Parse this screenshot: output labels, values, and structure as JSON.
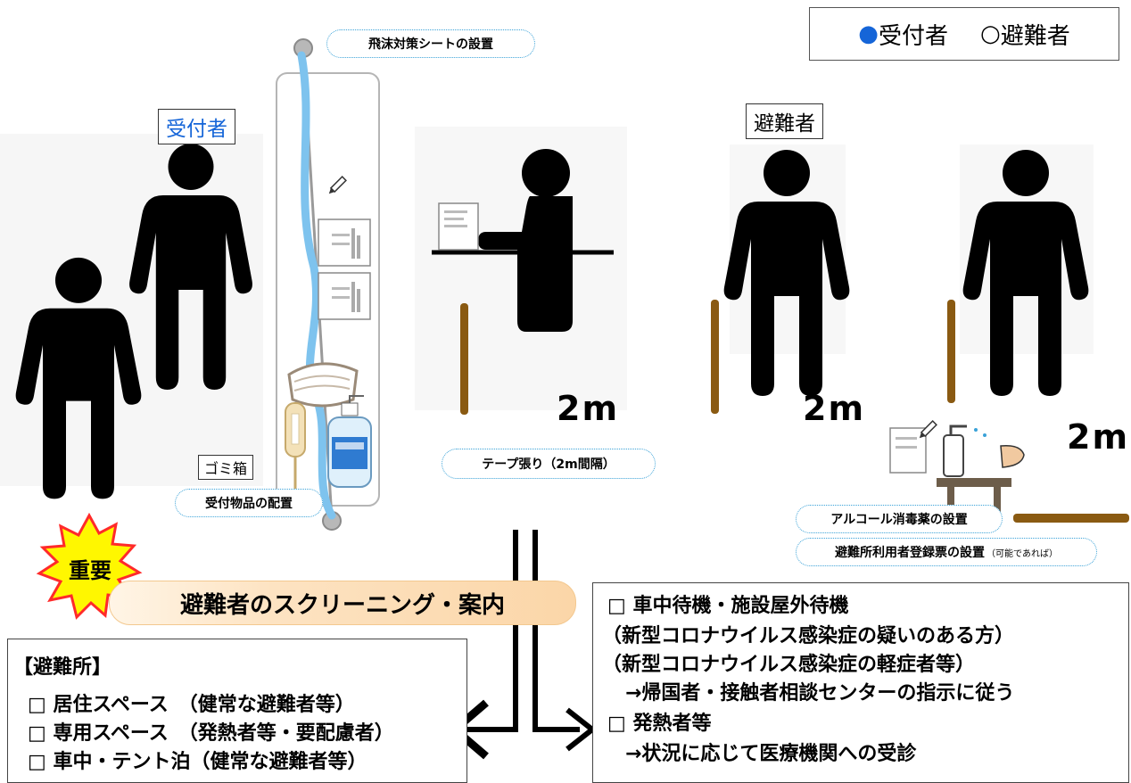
{
  "legend": {
    "receptionist_mark": "●",
    "receptionist": "受付者",
    "evacuee_mark": "○",
    "evacuee": "避難者"
  },
  "labels": {
    "receptionist_tag": "受付者",
    "evacuee_tag": "避難者",
    "trash_tag": "ゴミ箱"
  },
  "callouts": {
    "droplet_sheet": "飛沫対策シートの設置",
    "items_placement": "受付物品の配置",
    "tape": "テープ張り（2m間隔）",
    "alcohol": "アルコール消毒薬の設置",
    "registration_main": "避難所利用者登録票の設置",
    "registration_note": "（可能であれば）"
  },
  "distances": [
    "2m",
    "2m",
    "2m"
  ],
  "important_badge": "重要",
  "screening_banner": "避難者のスクリーニング・案内",
  "left_panel": {
    "title": "【避難所】",
    "lines": [
      "□ 居住スペース　（健常な避難者等）",
      "□ 専用スペース　（発熱者等・要配慮者）",
      "□ 車中・テント泊（健常な避難者等）"
    ]
  },
  "right_panel": {
    "lines": [
      "□ 車中待機・施設屋外待機",
      "（新型コロナウイルス感染症の疑いのある方）",
      "（新型コロナウイルス感染症の軽症者等）",
      "→帰国者・接触者相談センターの指示に従う",
      "□ 発熱者等",
      "→状況に応じて医療機関への受診"
    ]
  },
  "colors": {
    "legend_dot": "#1565d8",
    "tape": "#8a5a12",
    "curtain": "#7ec3ee",
    "banner": "#fbd6a8",
    "badge": "#fff700",
    "badge_border": "#ff2a2a"
  }
}
